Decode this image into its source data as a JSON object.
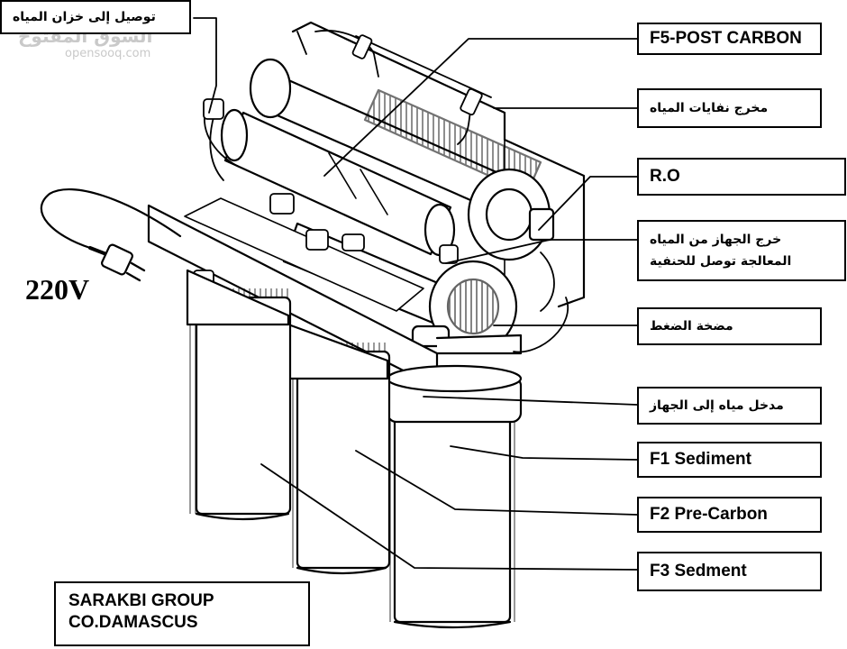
{
  "labels": {
    "tank_connection": "توصيل إلى خزان المياه",
    "voltage": "220V",
    "post_carbon": "F5-POST CARBON",
    "waste_outlet": "مخرج نفايات المياه",
    "ro": "R.O",
    "treated_outlet_line1": "خرج الجهاز من المياه",
    "treated_outlet_line2": "المعالجة توصل للحنفية",
    "pressure_pump": "مضخة الضغط",
    "water_inlet": "مدخل مياه إلى الجهاز",
    "f1": "F1  Sediment",
    "f2": "F2  Pre-Carbon",
    "f3": "F3  Sedment"
  },
  "company": {
    "line1": "SARAKBI GROUP",
    "line2": "CO.DAMASCUS"
  },
  "watermark": {
    "arabic": "السوق المفتوح",
    "latin": "opensooq.com"
  },
  "colors": {
    "ink": "#000000",
    "paper": "#ffffff",
    "watermark": "#c9c9c9"
  }
}
